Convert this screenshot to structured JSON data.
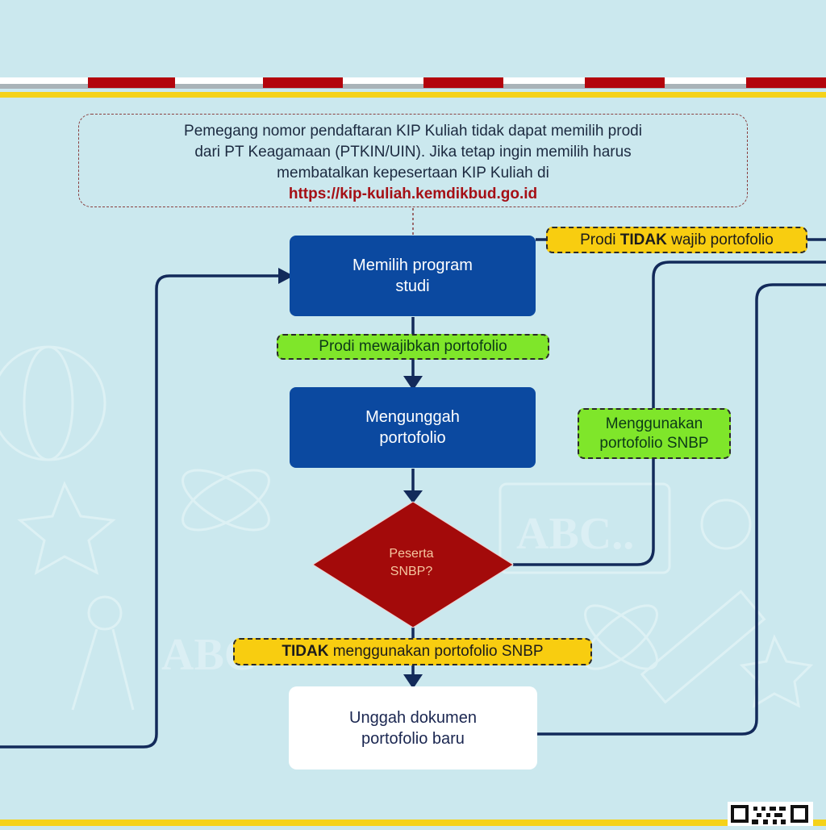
{
  "note": {
    "line1": "Pemegang nomor pendaftaran KIP Kuliah tidak dapat memilih prodi",
    "line2": "dari PT Keagamaan (PTKIN/UIN). Jika tetap ingin memilih harus",
    "line3": "membatalkan kepesertaan KIP Kuliah di",
    "link": "https://kip-kuliah.kemdikbud.go.id"
  },
  "steps": {
    "choose_program": {
      "line1": "Memilih program",
      "line2": "studi"
    },
    "upload_portfolio": {
      "line1": "Mengunggah",
      "line2": "portofolio"
    },
    "decision": {
      "line1": "Peserta",
      "line2": "SNBP?"
    },
    "upload_new": {
      "line1": "Unggah dokumen",
      "line2": "portofolio baru"
    }
  },
  "labels": {
    "not_required": {
      "prefix": "Prodi ",
      "bold": "TIDAK",
      "suffix": " wajib portofolio"
    },
    "required": "Prodi mewajibkan portofolio",
    "use_snbp": {
      "line1": "Menggunakan",
      "line2": "portofolio SNBP"
    },
    "not_use_snbp": {
      "bold": "TIDAK",
      "suffix": " menggunakan portofolio SNBP"
    }
  },
  "colors": {
    "background": "#cbe8ee",
    "process_box": "#0b49a0",
    "decision": "#a30a0a",
    "connector": "#132a5a",
    "tag_yellow": "#f8cd10",
    "tag_green": "#7fe62a",
    "link_red": "#a50f15"
  }
}
